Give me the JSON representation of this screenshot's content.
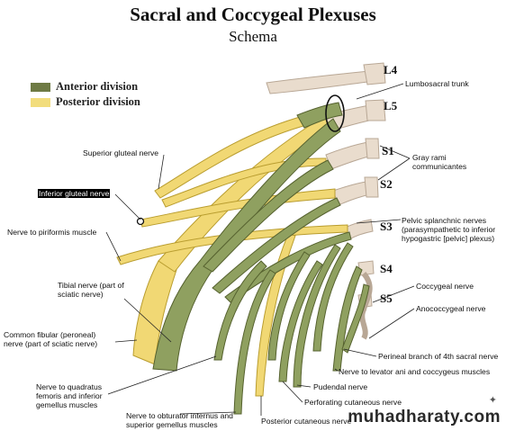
{
  "title": "Sacral and Coccygeal Plexuses",
  "subtitle": "Schema",
  "legend": {
    "anterior": {
      "label": "Anterior division",
      "color": "#6e7a44"
    },
    "posterior": {
      "label": "Posterior division",
      "color": "#f2dd7c"
    }
  },
  "colors": {
    "anterior": "#8fa060",
    "anterior_dark": "#56622f",
    "posterior": "#f1d874",
    "posterior_dark": "#b99d2f",
    "root": "#e9dccd",
    "root_dark": "#b8a795"
  },
  "roots": {
    "l4": "L4",
    "l5": "L5",
    "s1": "S1",
    "s2": "S2",
    "s3": "S3",
    "s4": "S4",
    "s5": "S5"
  },
  "labels": {
    "lumbosacral_trunk": "Lumbosacral trunk",
    "superior_gluteal": "Superior gluteal nerve",
    "gray_rami": "Gray rami communicantes",
    "inferior_gluteal": "Inferior gluteal nerve",
    "piriformis": "Nerve to piriformis muscle",
    "pelvic_splanchnic": "Pelvic splanchnic nerves (parasympathetic to inferior hypogastric [pelvic] plexus)",
    "tibial": "Tibial nerve (part of sciatic nerve)",
    "coccygeal": "Coccygeal nerve",
    "anococcygeal": "Anococcygeal nerve",
    "common_fibular": "Common fibular (peroneal) nerve (part of sciatic nerve)",
    "perineal_branch": "Perineal branch of 4th sacral nerve",
    "levator_ani": "Nerve to levator ani and coccygeus muscles",
    "quadratus": "Nerve to quadratus femoris and inferior gemellus muscles",
    "pudendal": "Pudendal nerve",
    "perforating": "Perforating cutaneous nerve",
    "obturator": "Nerve to obturator internus and superior gemellus muscles",
    "posterior_cutaneous": "Posterior cutaneous nerve"
  },
  "watermark": "muhadharaty.com"
}
